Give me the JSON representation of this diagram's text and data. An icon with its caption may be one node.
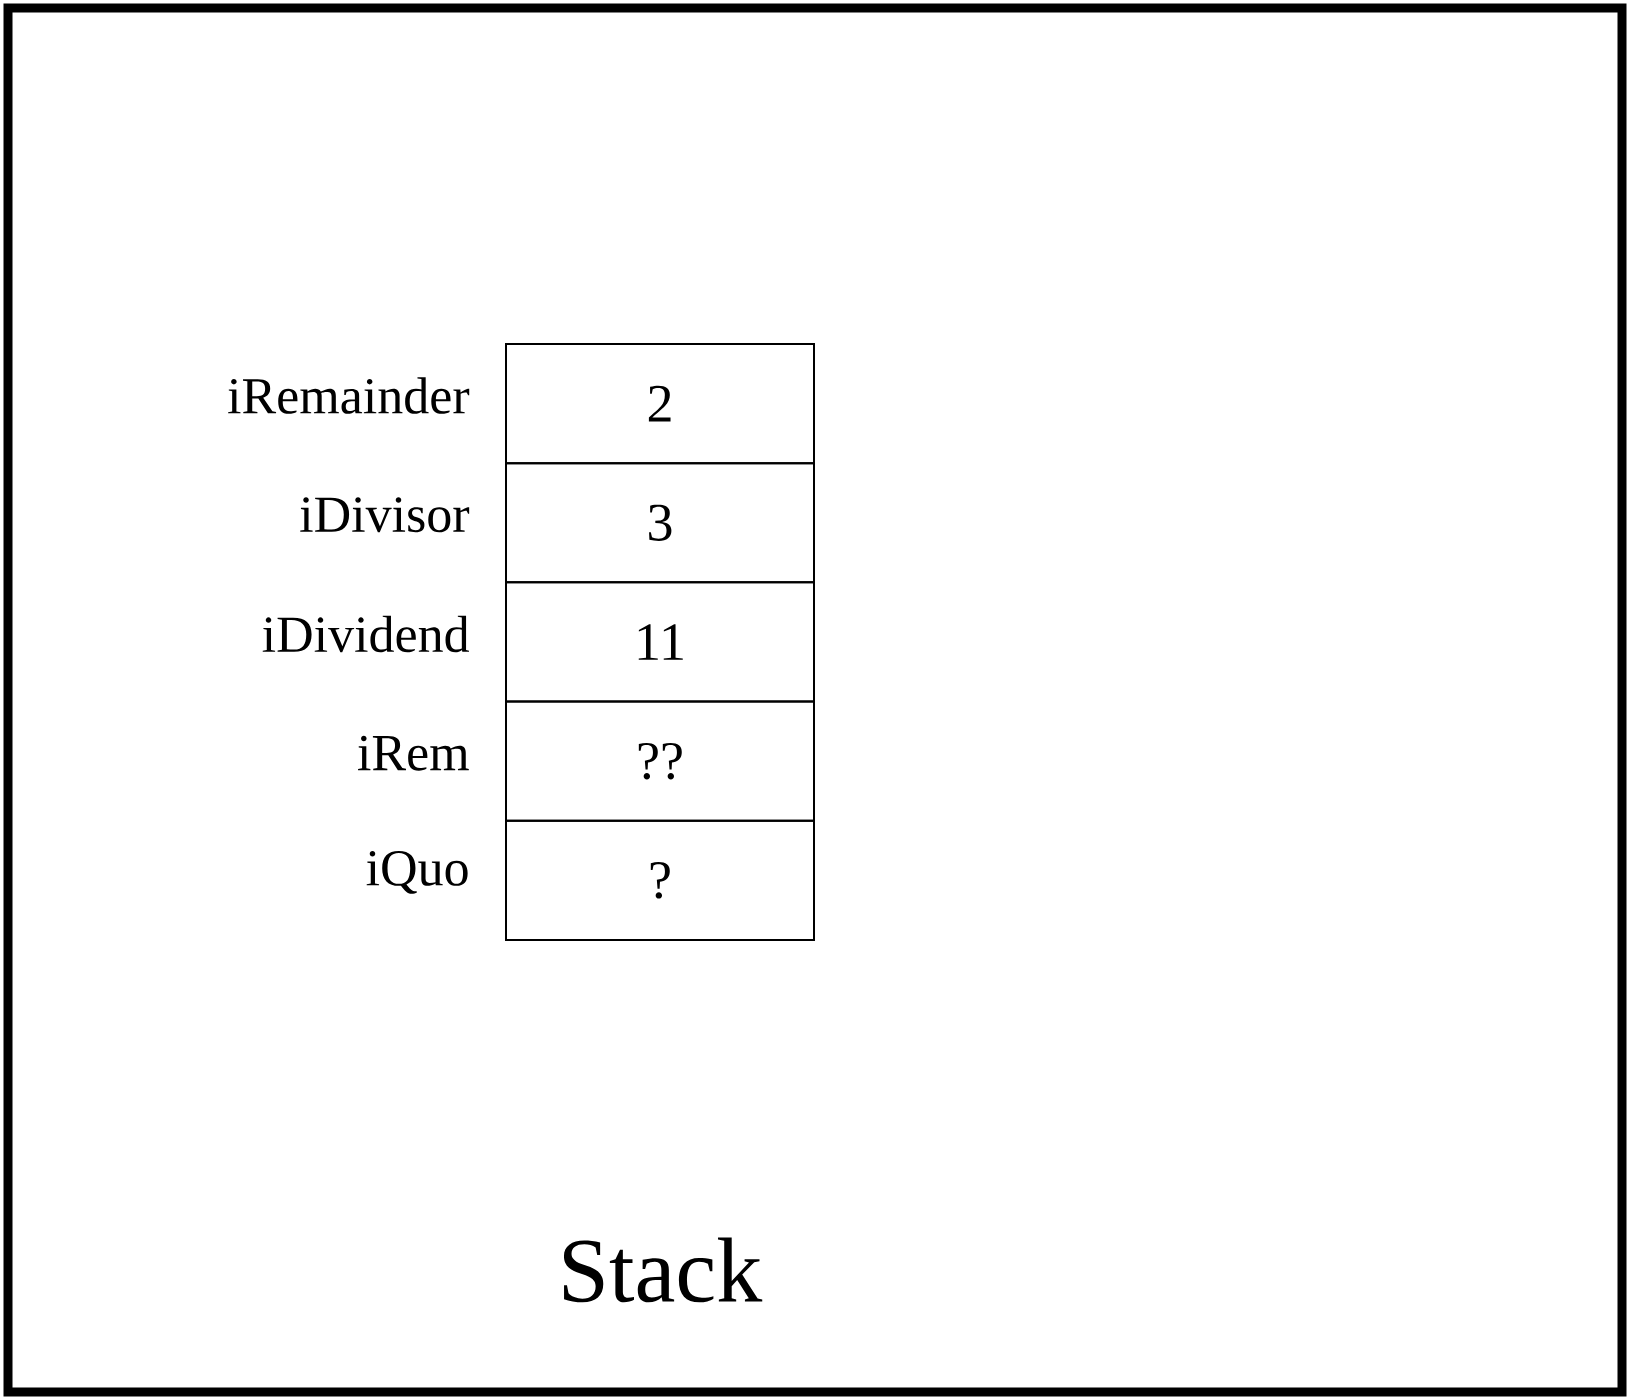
{
  "diagram": {
    "caption": "Stack",
    "nodes": [
      {
        "text": [
          "2"
        ],
        "beside": [
          "iRemainder"
        ]
      },
      {
        "text": [
          "3"
        ],
        "beside": [
          "iDivisor"
        ]
      },
      {
        "text": [
          "11"
        ],
        "beside": [
          "iDividend"
        ]
      },
      {
        "text": [
          "??"
        ],
        "beside": [
          "iRem"
        ]
      },
      {
        "text": [
          "?"
        ],
        "beside": [
          "iQuo"
        ]
      }
    ]
  }
}
